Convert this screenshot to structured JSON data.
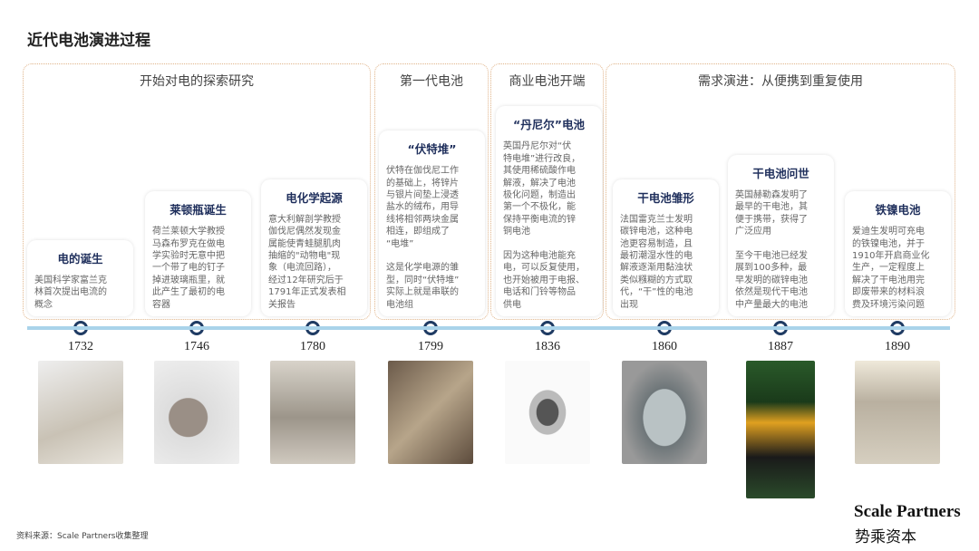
{
  "title": "近代电池演进过程",
  "groups": [
    "开始对电的探索研究",
    "第一代电池",
    "商业电池开端",
    "需求演进：从便携到重复使用"
  ],
  "events": [
    {
      "year": "1732",
      "title": "电的诞生",
      "text": "美国科学家富兰克\n林首次提出电流的\n概念"
    },
    {
      "year": "1746",
      "title": "莱顿瓶诞生",
      "text": "荷兰莱顿大学教授\n马森布罗克在做电\n学实验时无意中把\n一个带了电的钉子\n掉进玻璃瓶里，就\n此产生了最初的电\n容器"
    },
    {
      "year": "1780",
      "title": "电化学起源",
      "text": "意大利解剖学教授\n伽伐尼偶然发现金\n属能使青蛙腿肌肉\n抽缩的\"动物电\"现\n象（电流回路），\n经过12年研究后于\n1791年正式发表相\n关报告"
    },
    {
      "year": "1799",
      "title": "“伏特堆”",
      "text": "伏特在伽伐尼工作\n的基础上，将锌片\n与银片间垫上浸透\n盐水的绒布，用导\n线将相邻两块金属\n相连，即组成了\n“电堆”\n\n这是化学电源的雏\n型，同时“伏特堆”\n实际上就是串联的\n电池组"
    },
    {
      "year": "1836",
      "title": "“丹尼尔”电池",
      "text": "英国丹尼尔对“伏\n特电堆”进行改良，\n其使用稀硫酸作电\n解液，解决了电池\n极化问题，制造出\n第一个不极化，能\n保持平衡电流的锌\n铜电池\n\n因为这种电池能充\n电，可以反复使用，\n也开始被用于电报、\n电话和门铃等物品\n供电"
    },
    {
      "year": "1860",
      "title": "干电池雏形",
      "text": "法国雷克兰士发明\n碳锌电池，这种电\n池更容易制造，且\n最初潮湿水性的电\n解液逐渐用黏浊状\n类似糨糊的方式取\n代，“干”性的电池\n出现"
    },
    {
      "year": "1887",
      "title": "干电池问世",
      "text": "英国赫勒森发明了\n最早的干电池，其\n便于携带，获得了\n广泛应用\n\n至今干电池已经发\n展到100多种，最\n早发明的碳锌电池\n依然是现代干电池\n中产量最大的电池"
    },
    {
      "year": "1890",
      "title": "铁镍电池",
      "text": "爱迪生发明可充电\n的铁镍电池，并于\n1910年开启商业化\n生产，一定程度上\n解决了干电池用完\n即废带来的材料浪\n费及环境污染问题"
    }
  ],
  "source": "资料来源：Scale Partners收集整理",
  "logo": {
    "en": "Scale Partners",
    "cn": "势乘资本"
  },
  "colors": {
    "title_blue": "#1f2f5c",
    "timeline": "#a9d3ea",
    "border": "#e0b48a"
  }
}
